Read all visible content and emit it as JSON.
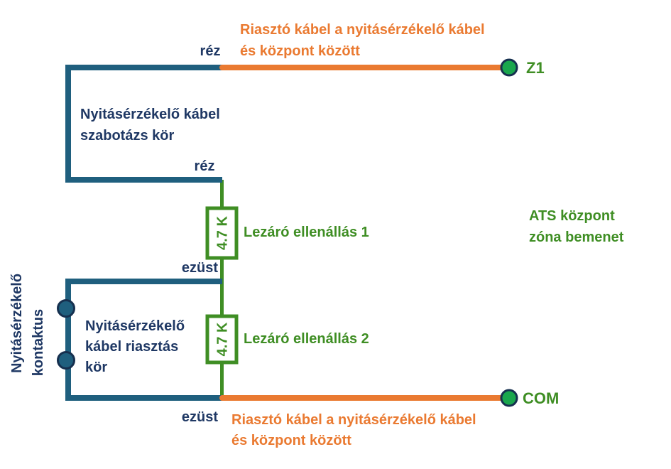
{
  "colors": {
    "wire_teal": "#1f5f7e",
    "wire_orange": "#ea7a31",
    "wire_green": "#3f8e24",
    "terminal_fill": "#1aa64d",
    "terminal_border": "#16304f",
    "navy_text": "#1f3864",
    "background": "#ffffff"
  },
  "cable_note": {
    "line1": "Riasztó kábel a nyitásérzékelő kábel",
    "line2": "és központ között"
  },
  "wire_tags": {
    "copper": "réz",
    "silver": "ezüst"
  },
  "sabotage_loop": {
    "label_line1": "Nyitásérzékelő kábel",
    "label_line2": "szabotázs kör"
  },
  "alarm_loop": {
    "label_line1": "Nyitásérzékelő",
    "label_line2": "kábel riasztás",
    "label_line3": "kör"
  },
  "contact": {
    "label_line1": "Nyitásérzékelő",
    "label_line2": "kontaktus"
  },
  "resistors": {
    "value": "4.7 K",
    "items": [
      {
        "label": "Lezáró ellenállás 1"
      },
      {
        "label": "Lezáró ellenállás 2"
      }
    ]
  },
  "ats": {
    "line1": "ATS központ",
    "line2": "zóna bemenet"
  },
  "terminals": {
    "zone": "Z1",
    "common": "COM"
  }
}
